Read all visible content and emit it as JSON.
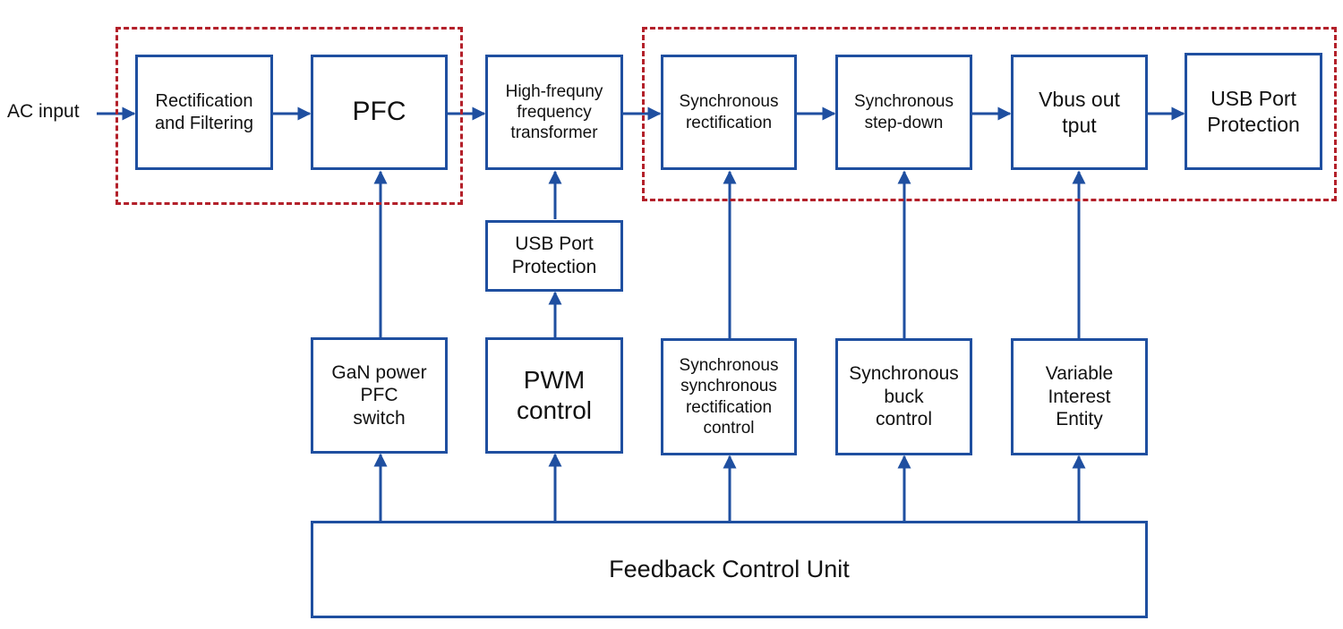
{
  "input_label": "AC input",
  "blocks": {
    "rectification": "Rectification\nand Filtering",
    "pfc": "PFC",
    "hf_transformer": "High-frequny\nfrequency\ntransformer",
    "sync_rect": "Synchronous\nrectification",
    "sync_step": "Synchronous\nstep-down",
    "vbus": "Vbus out\ntput",
    "usb_top": "USB Port\nProtection",
    "usb_mid": "USB Port\nProtection",
    "gan": "GaN power\nPFC\nswitch",
    "pwm": "PWM\ncontrol",
    "sync_rect_ctrl": "Synchronous\nsynchronous\nrectification\ncontrol",
    "sync_buck": "Synchronous\nbuck\ncontrol",
    "variable": "Variable\nInterest\nEntity",
    "feedback": "Feedback Control Unit"
  },
  "colors": {
    "line": "#1f4fa0",
    "dashed_group": "#b3202a"
  }
}
